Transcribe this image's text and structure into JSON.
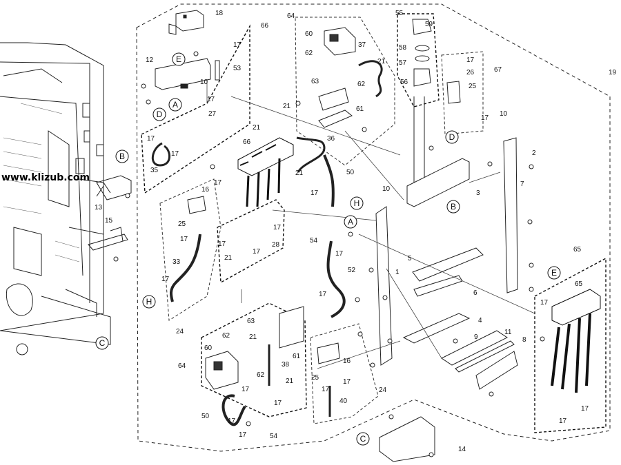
{
  "watermark": "www.klizub.com",
  "part_numbers": {
    "p18": "18",
    "p66a": "66",
    "p64a": "64",
    "p55": "55",
    "p19": "19",
    "p12": "12",
    "p17a": "17",
    "p53": "53",
    "p60a": "60",
    "p37": "37",
    "p59": "59",
    "p58": "58",
    "p57": "57",
    "p56": "56",
    "p62a": "62",
    "p62b": "62",
    "p21a": "21",
    "p10a": "10",
    "p17b": "17",
    "p27": "27",
    "p63a": "63",
    "p61a": "61",
    "p21b": "21",
    "p17c": "17",
    "p35": "35",
    "p17d": "17",
    "p66b": "66",
    "p36": "36",
    "p50a": "50",
    "p21c": "21",
    "p17e": "17",
    "p17f": "17",
    "p26": "26",
    "p67": "67",
    "p25a": "25",
    "p17g": "17",
    "p10b": "10",
    "p2": "2",
    "p3": "3",
    "p7": "7",
    "p16a": "16",
    "p17h": "17",
    "p13": "13",
    "p15": "15",
    "p25b": "25",
    "p17i": "17",
    "p33": "33",
    "p17j": "17",
    "p24a": "24",
    "p10c": "10",
    "p17k": "17",
    "p54a": "54",
    "p17l": "17",
    "p21d": "21",
    "p17m": "17",
    "p28": "28",
    "p52": "52",
    "p1": "1",
    "p5": "5",
    "p6": "6",
    "p65a": "65",
    "p65b": "65",
    "p17n": "17",
    "p4": "4",
    "p9": "9",
    "p11": "11",
    "p8": "8",
    "p63b": "63",
    "p62c": "62",
    "p62d": "62",
    "p21e": "21",
    "p61b": "61",
    "p38": "38",
    "p64b": "64",
    "p60b": "60",
    "p21f": "21",
    "p17o": "17",
    "p50b": "50",
    "p17p": "17",
    "p17q": "17",
    "p54b": "54",
    "p16b": "16",
    "p25c": "25",
    "p17r": "17",
    "p40": "40",
    "p24b": "24",
    "p17s": "17",
    "p17t": "17",
    "p17u": "17",
    "p17v": "17",
    "p14": "14",
    "p17w": "17",
    "p17x": "17"
  },
  "callouts": {
    "A1": "A",
    "A2": "A",
    "B1": "B",
    "B2": "B",
    "C1": "C",
    "C2": "C",
    "D1": "D",
    "D2": "D",
    "E1": "E",
    "E2": "E",
    "H1": "H",
    "H2": "H"
  },
  "colors": {
    "line": "#1a1a1a",
    "background": "#ffffff"
  }
}
